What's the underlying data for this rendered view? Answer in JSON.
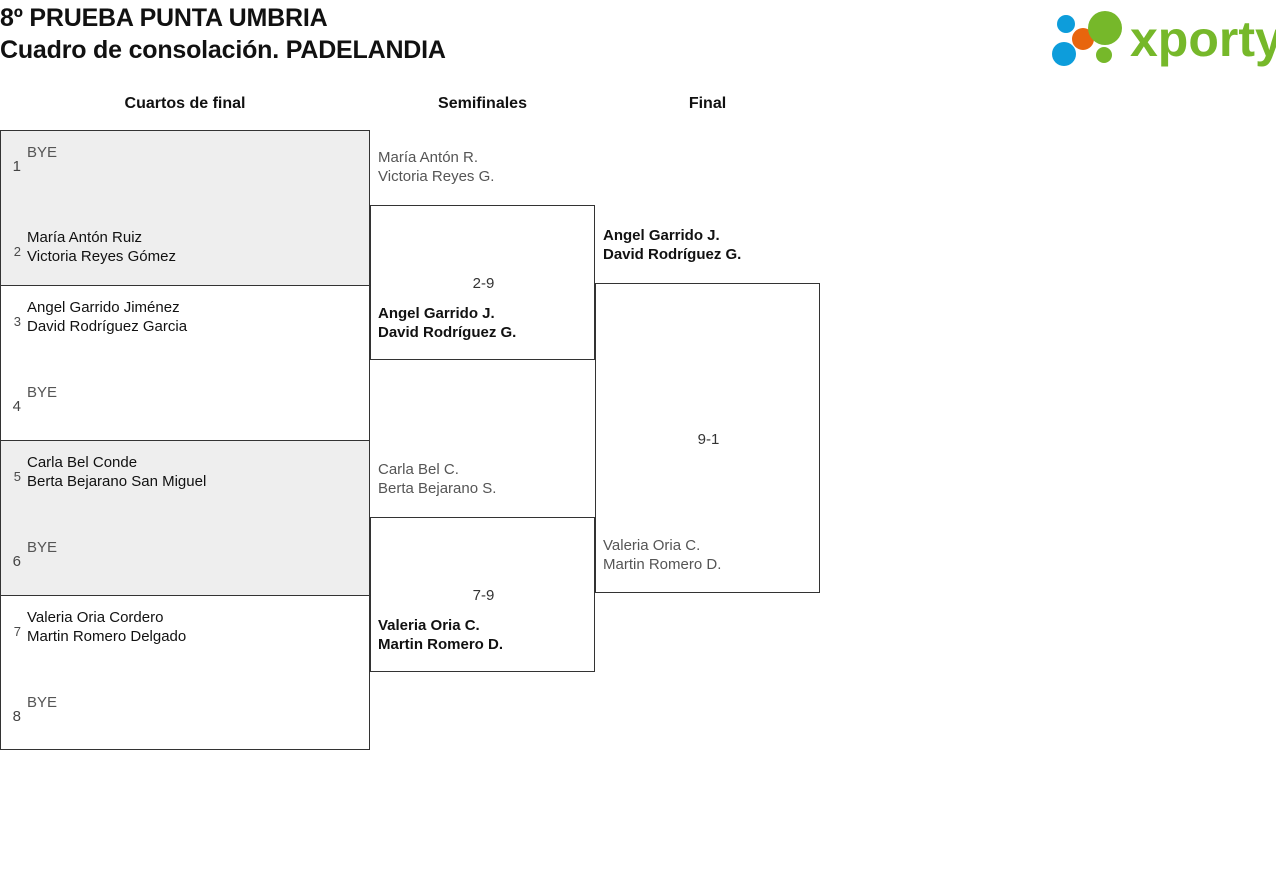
{
  "header": {
    "title_line_1": "8º PRUEBA PUNTA UMBRIA",
    "title_line_2": "Cuadro de consolación. PADELANDIA",
    "logo_text": "xporty",
    "logo_colors": {
      "green": "#76b82a",
      "blue": "#0d9ddb",
      "orange": "#e8650d"
    }
  },
  "columns": {
    "quarterfinals": "Cuartos de final",
    "semifinals": "Semifinales",
    "final": "Final"
  },
  "quarterfinals": [
    {
      "shaded": true,
      "top": {
        "seed": "1",
        "bye": true,
        "line1": "BYE",
        "line2": ""
      },
      "bottom": {
        "seed": "2",
        "bye": false,
        "line1": "María Antón Ruiz",
        "line2": "Victoria Reyes Gómez"
      }
    },
    {
      "shaded": false,
      "top": {
        "seed": "3",
        "bye": false,
        "line1": "Angel Garrido Jiménez",
        "line2": "David Rodríguez Garcia"
      },
      "bottom": {
        "seed": "4",
        "bye": true,
        "line1": "BYE",
        "line2": ""
      }
    },
    {
      "shaded": true,
      "top": {
        "seed": "5",
        "bye": false,
        "line1": "Carla Bel Conde",
        "line2": "Berta Bejarano San Miguel"
      },
      "bottom": {
        "seed": "6",
        "bye": true,
        "line1": "BYE",
        "line2": ""
      }
    },
    {
      "shaded": false,
      "top": {
        "seed": "7",
        "bye": false,
        "line1": "Valeria Oria Cordero",
        "line2": "Martin Romero Delgado"
      },
      "bottom": {
        "seed": "8",
        "bye": true,
        "line1": "BYE",
        "line2": ""
      }
    }
  ],
  "semifinals": [
    {
      "score": "2-9",
      "loser": {
        "line1": "María Antón R.",
        "line2": "Victoria Reyes G."
      },
      "winner": {
        "line1": "Angel Garrido J.",
        "line2": "David Rodríguez G."
      }
    },
    {
      "score": "7-9",
      "loser": {
        "line1": "Carla Bel C.",
        "line2": "Berta Bejarano S."
      },
      "winner": {
        "line1": "Valeria Oria C.",
        "line2": "Martin Romero D."
      }
    }
  ],
  "final": {
    "score": "9-1",
    "winner": {
      "line1": "Angel Garrido J.",
      "line2": "David Rodríguez G."
    },
    "loser": {
      "line1": "Valeria Oria C.",
      "line2": "Martin Romero D."
    }
  }
}
